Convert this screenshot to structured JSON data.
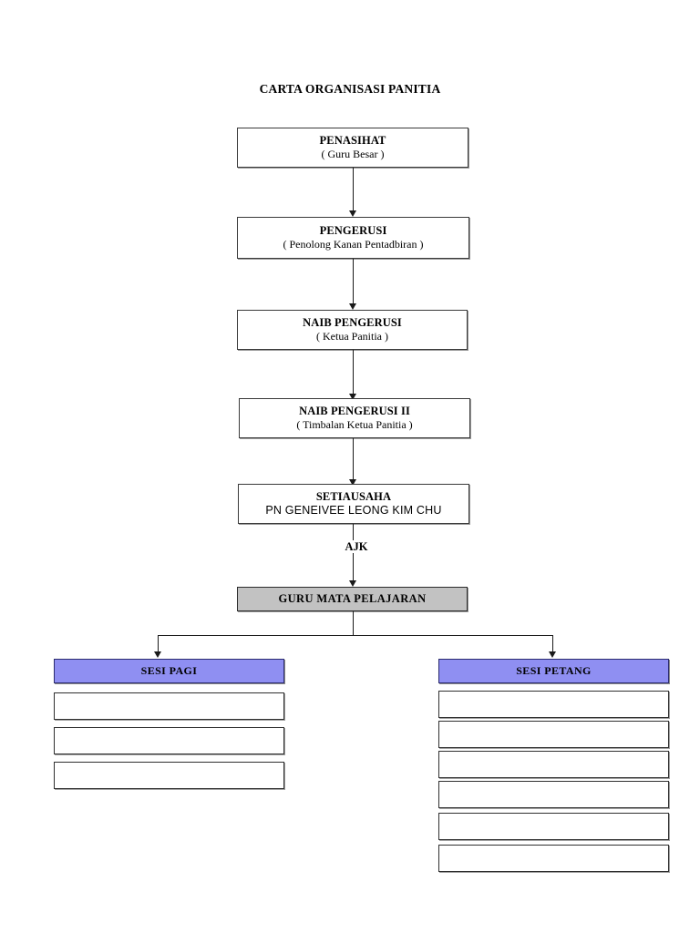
{
  "document": {
    "title": "CARTA ORGANISASI PANITIA",
    "background_color": "#ffffff"
  },
  "colors": {
    "node_fill": "#ffffff",
    "node_border": "#3a3a3a",
    "highlight_gray": "#c2c2c2",
    "session_purple": "#8f8ff2",
    "session_border": "#2b2b6e",
    "connector": "#1a1a1a"
  },
  "hierarchy": {
    "nodes": [
      {
        "id": "penasihat",
        "line1": "PENASIHAT",
        "line2": "( Guru Besar )",
        "style": "plain"
      },
      {
        "id": "pengerusi",
        "line1": "PENGERUSI",
        "line2": "( Penolong Kanan Pentadbiran )",
        "style": "plain"
      },
      {
        "id": "naib-pengerusi",
        "line1": "NAIB PENGERUSI",
        "line2": "( Ketua Panitia )",
        "style": "plain"
      },
      {
        "id": "naib-pengerusi-ii",
        "line1": "NAIB PENGERUSI II",
        "line2": "( Timbalan Ketua Panitia )",
        "style": "plain"
      },
      {
        "id": "setiausaha",
        "line1": "SETIAUSAHA",
        "line2": "PN GENEIVEE LEONG KIM CHU",
        "style": "plain-sans-subtitle"
      },
      {
        "id": "guru-mata-pelajaran",
        "line1": "GURU MATA PELAJARAN",
        "line2": "",
        "style": "gray"
      }
    ],
    "connector_label": "AJK"
  },
  "sessions": [
    {
      "id": "sesi-pagi",
      "header": "SESI PAGI",
      "slots": [
        "",
        "",
        ""
      ]
    },
    {
      "id": "sesi-petang",
      "header": "SESI PETANG",
      "slots": [
        "",
        "",
        "",
        "",
        "",
        ""
      ]
    }
  ]
}
